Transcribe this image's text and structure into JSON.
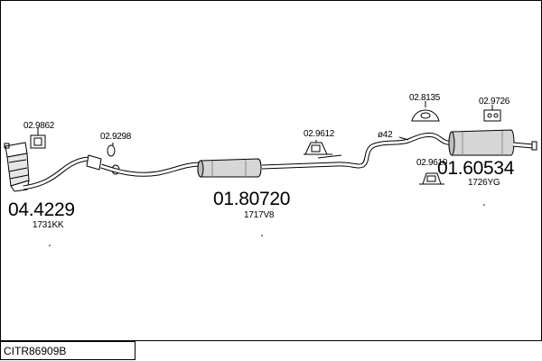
{
  "diagram": {
    "code": "CITR86909B",
    "parts": {
      "catalyst": {
        "number": "04.4229",
        "ref": "1731KK"
      },
      "middle_silencer": {
        "number": "01.80720",
        "ref": "1717V8"
      },
      "rear_silencer": {
        "number": "01.60534",
        "ref": "1726YG"
      }
    },
    "accessories": {
      "gasket_front": "02.9862",
      "ring_joint": "02.9298",
      "hanger_middle": "02.9612",
      "hanger_top": "02.8135",
      "hanger_rear_right": "02.9726",
      "hanger_rear_low": "02.9610"
    },
    "pipe_diameter": "ø42"
  }
}
